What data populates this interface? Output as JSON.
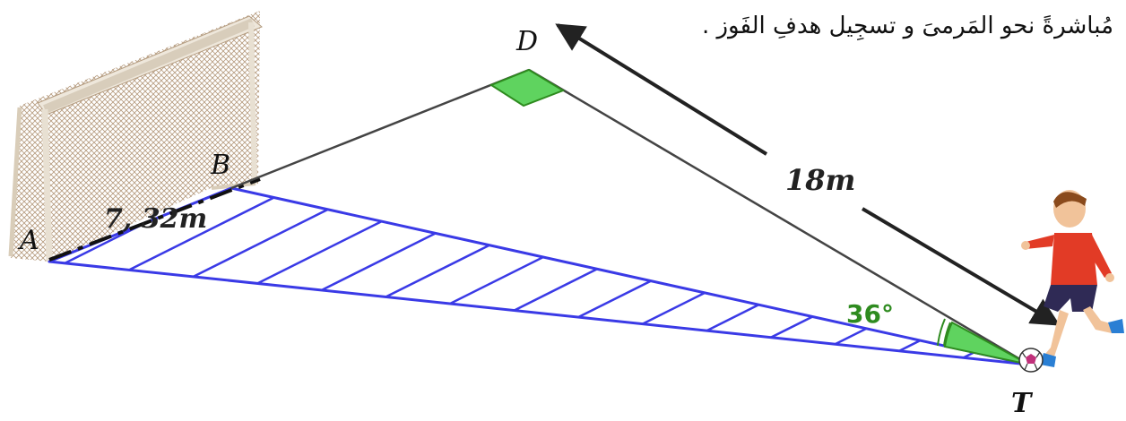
{
  "text": {
    "arabic_line": "مُباشرةً نحو المَرمىَ و تسجِيل هدفِ الفَوز ."
  },
  "points": {
    "A": "A",
    "B": "B",
    "D": "D",
    "T": "T"
  },
  "measures": {
    "AB": "7, 32m",
    "DT": "18m",
    "angle_T": "36°"
  },
  "colors": {
    "triangle_stroke": "#3a3ae6",
    "hatch": "#3a3ae6",
    "right_angle_fill": "#5fd35f",
    "angle_mark": "#2e8b1f",
    "segment": "#444444",
    "net_frame": "#e9e2d6",
    "net_mesh": "#b59a7d"
  },
  "icons": {
    "goal": "soccer-goal-icon",
    "player": "soccer-player-icon",
    "ball": "soccer-ball-icon"
  }
}
